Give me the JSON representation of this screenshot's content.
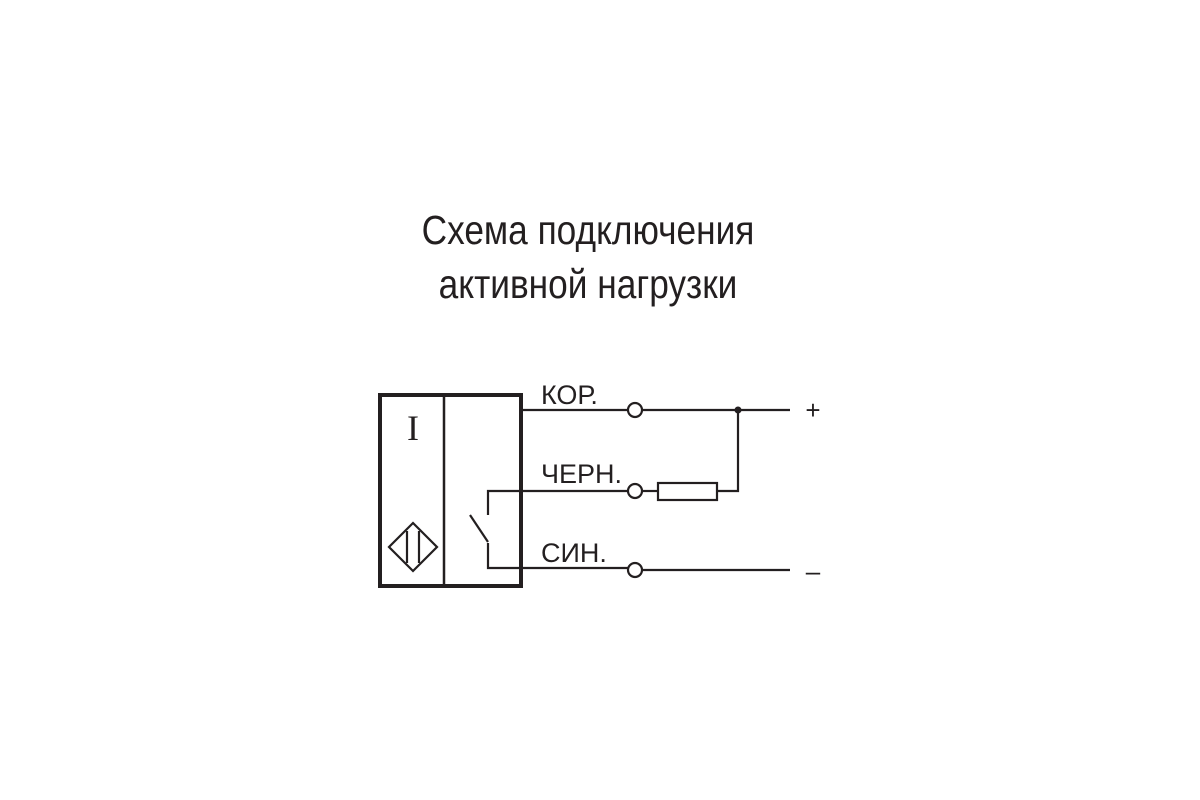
{
  "title": {
    "line1": "Схема подключения",
    "line2": "активной нагрузки"
  },
  "sensor": {
    "type_letter": "I",
    "symbol_icon": "inductive-proximity-symbol"
  },
  "wires": [
    {
      "label": "КОР.",
      "terminal_sign": "+"
    },
    {
      "label": "ЧЕРН.",
      "terminal_sign": ""
    },
    {
      "label": "СИН.",
      "terminal_sign": "–"
    }
  ],
  "load": {
    "icon": "resistor-icon"
  },
  "colors": {
    "ink": "#231f20",
    "background": "#ffffff"
  }
}
